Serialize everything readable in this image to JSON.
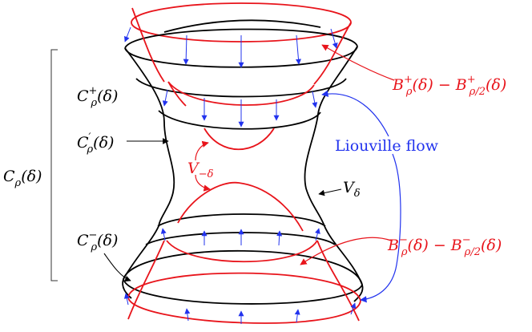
{
  "colors": {
    "ink": "#000000",
    "red": "#e8141b",
    "blue": "#2233ee"
  },
  "labels": {
    "c_rho_delta": {
      "base": "C",
      "sub": "ρ",
      "tail": "(δ)"
    },
    "c_rho_plus": {
      "base": "C",
      "sup": "+",
      "sub": "ρ",
      "tail": "(δ)"
    },
    "c_rho_prime": {
      "base": "C",
      "sup": "′",
      "sub": "ρ",
      "tail": "(δ)"
    },
    "c_rho_minus": {
      "base": "C",
      "sup": "−",
      "sub": "ρ",
      "tail": "(δ)"
    },
    "v_minus_delta": {
      "base": "V",
      "sub": "−δ"
    },
    "v_delta": {
      "base": "V",
      "sub": "δ"
    },
    "b_plus": {
      "b1": "B",
      "sup1": "+",
      "sub1": "ρ",
      "mid": "(δ) − ",
      "b2": "B",
      "sup2": "+",
      "sub2": "ρ/2",
      "tail": "(δ)"
    },
    "b_minus": {
      "b1": "B",
      "sup1": "−",
      "sub1": "ρ",
      "mid": "(δ) − ",
      "b2": "B",
      "sup2": "−",
      "sub2": "ρ/2",
      "tail": "(δ)"
    },
    "liouville_flow": "Liouville flow"
  }
}
